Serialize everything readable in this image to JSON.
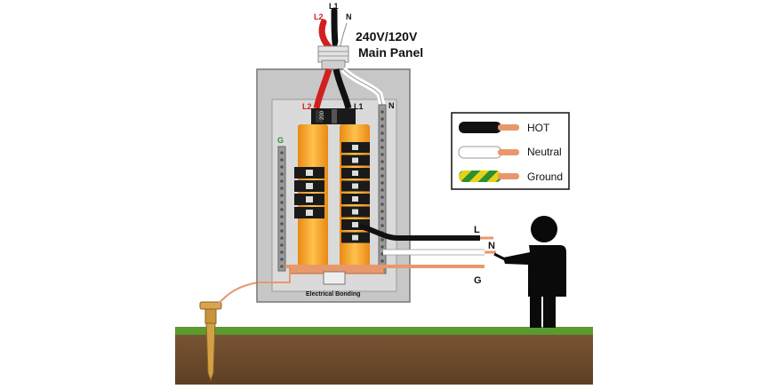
{
  "panel": {
    "voltage": "240V/120V",
    "name": "Main Panel",
    "bonding_label": "Electrical Bonding",
    "main_breaker_rating": "200"
  },
  "service_entrance": {
    "l2": "L2",
    "l1": "L1",
    "n": "N"
  },
  "bus_labels": {
    "l2": "L2",
    "l1": "L1",
    "n": "N",
    "g": "G"
  },
  "legend": [
    {
      "label": "HOT",
      "wire": "hot"
    },
    {
      "label": "Neutral",
      "wire": "neutral"
    },
    {
      "label": "Ground",
      "wire": "ground"
    }
  ],
  "circuit": {
    "l": "L",
    "n": "N",
    "g": "G"
  },
  "colors": {
    "hot": "#111111",
    "neutral": "#ffffff",
    "ground_yellow": "#e6d21a",
    "ground_green": "#2f8f2f",
    "l2_red": "#d21f1f",
    "copper": "#e8986b",
    "busbar": "#f2a22a",
    "panel": "#c7c7c7",
    "grass": "#5a9a2e",
    "soil": "#6b4a2c"
  }
}
